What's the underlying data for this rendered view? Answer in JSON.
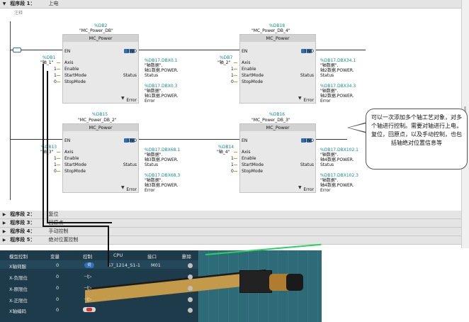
{
  "segments": [
    {
      "name": "程序段 1：",
      "title": "上电"
    },
    {
      "name": "程序段 2：",
      "title": "复位"
    },
    {
      "name": "程序段 3：",
      "title": "回原点"
    },
    {
      "name": "程序段 4：",
      "title": "手动控制"
    },
    {
      "name": "程序段 5：",
      "title": "绝对位置控制"
    }
  ],
  "comment": "注释",
  "blocks": [
    {
      "db": "%DB2",
      "instance": "\"MC_Power_DB\"",
      "type": "MC_Power",
      "axis_tag": "%DB1",
      "axis_name": "\"轴_1\"",
      "status_tag": "%DB17.DBX0.1",
      "status_name1": "\"轴数据\".",
      "status_name2": "轴1数据.POWER.",
      "status_name3": "Status",
      "error_tag": "%DB17.DBX0.3",
      "error_name1": "\"轴数据\".",
      "error_name2": "轴1数据.POWER.",
      "error_name3": "Error"
    },
    {
      "db": "%DB18",
      "instance": "\"MC_Power_DB_4\"",
      "type": "MC_Power",
      "axis_tag": "%DB7",
      "axis_name": "\"轴_2\"",
      "status_tag": "%DB17.DBX34.1",
      "status_name1": "\"轴数据\".",
      "status_name2": "轴2数据.POWER.",
      "status_name3": "Status",
      "error_tag": "%DB17.DBX34.3",
      "error_name1": "\"轴数据\".",
      "error_name2": "轴2数据.POWER.",
      "error_name3": "Error"
    },
    {
      "db": "%DB15",
      "instance": "\"MC_Power_DB_2\"",
      "type": "MC_Power",
      "axis_tag": "%DB13",
      "axis_name": "\"轴_3\"",
      "status_tag": "%DB17.DBX68.1",
      "status_name1": "\"轴数据\".",
      "status_name2": "轴3数据.POWER.",
      "status_name3": "Status",
      "error_tag": "%DB17.DBX68.3",
      "error_name1": "\"轴数据\".",
      "error_name2": "轴3数据.POWER.",
      "error_name3": "Error"
    },
    {
      "db": "%DB16",
      "instance": "\"MC_Power_DB_3\"",
      "type": "MC_Power",
      "axis_tag": "%DB14",
      "axis_name": "\"轴_4\"",
      "status_tag": "%DB17.DBX102.1",
      "status_name1": "\"轴数据\".",
      "status_name2": "轴4数据.POWER.",
      "status_name3": "Status",
      "error_tag": "%DB17.DBX102.3",
      "error_name1": "\"轴数据\".",
      "error_name2": "轴4数据.POWER.",
      "error_name3": "Error"
    }
  ],
  "pins": {
    "en": "EN",
    "eno": "ENO",
    "axis": "Axis",
    "enable": "Enable",
    "startmode": "StartMode",
    "stopmode": "StopMode",
    "status": "Status",
    "error": "Error",
    "enable_val": "1",
    "startmode_val": "1",
    "stopmode_val": "0"
  },
  "callout": "可以一次添加多个轴工艺对象，对多个轴进行控制。需要对轴进行上电，复位，回原点，以及手动控制，也包括轴绝对位置信息等",
  "panel": {
    "headers": [
      "模型控制",
      "变量",
      "控制",
      "CPU",
      "接口",
      "删除"
    ],
    "rows": [
      {
        "label": "X轴伺服",
        "value": "0",
        "control": "伺",
        "cpu": "S7_1214_S1-1",
        "iface": "M01"
      },
      {
        "label": "X-负限位",
        "value": "0"
      },
      {
        "label": "X-原限位",
        "value": "0"
      },
      {
        "label": "X-正限位",
        "value": "0"
      },
      {
        "label": "X轴编码",
        "value": "0"
      }
    ]
  },
  "colors": {
    "tag": "#0f8d8d",
    "panel_bg": "#1d3b4b",
    "scene_bg": "#2d6b79",
    "pin_tick": "#d89a2c"
  }
}
